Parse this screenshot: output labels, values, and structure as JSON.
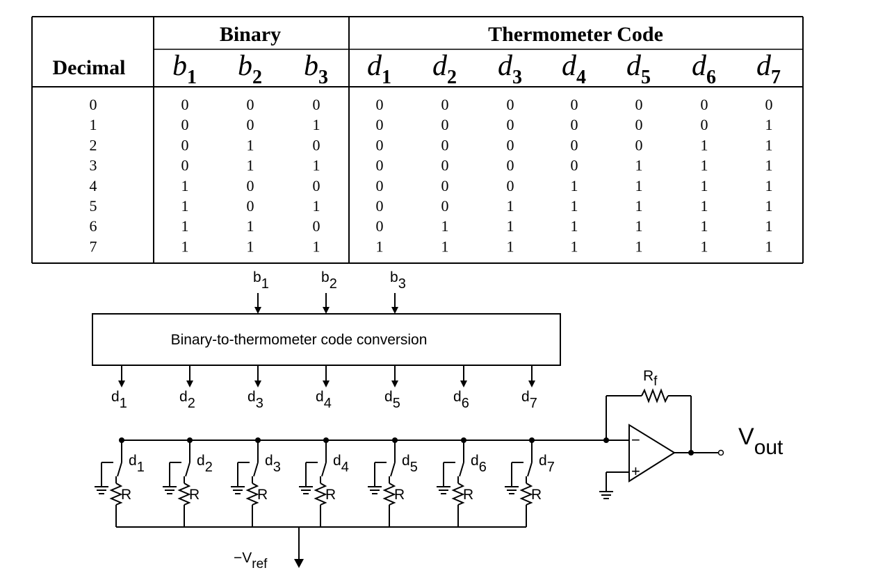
{
  "table": {
    "headers": {
      "decimal": "Decimal",
      "binary": "Binary",
      "thermometer": "Thermometer Code"
    },
    "binary_columns": [
      {
        "letter": "b",
        "sub": "1"
      },
      {
        "letter": "b",
        "sub": "2"
      },
      {
        "letter": "b",
        "sub": "3"
      }
    ],
    "thermo_columns": [
      {
        "letter": "d",
        "sub": "1"
      },
      {
        "letter": "d",
        "sub": "2"
      },
      {
        "letter": "d",
        "sub": "3"
      },
      {
        "letter": "d",
        "sub": "4"
      },
      {
        "letter": "d",
        "sub": "5"
      },
      {
        "letter": "d",
        "sub": "6"
      },
      {
        "letter": "d",
        "sub": "7"
      }
    ],
    "rows": [
      {
        "decimal": "0",
        "binary": [
          "0",
          "0",
          "0"
        ],
        "thermo": [
          "0",
          "0",
          "0",
          "0",
          "0",
          "0",
          "0"
        ]
      },
      {
        "decimal": "1",
        "binary": [
          "0",
          "0",
          "1"
        ],
        "thermo": [
          "0",
          "0",
          "0",
          "0",
          "0",
          "0",
          "1"
        ]
      },
      {
        "decimal": "2",
        "binary": [
          "0",
          "1",
          "0"
        ],
        "thermo": [
          "0",
          "0",
          "0",
          "0",
          "0",
          "1",
          "1"
        ]
      },
      {
        "decimal": "3",
        "binary": [
          "0",
          "1",
          "1"
        ],
        "thermo": [
          "0",
          "0",
          "0",
          "0",
          "1",
          "1",
          "1"
        ]
      },
      {
        "decimal": "4",
        "binary": [
          "1",
          "0",
          "0"
        ],
        "thermo": [
          "0",
          "0",
          "0",
          "1",
          "1",
          "1",
          "1"
        ]
      },
      {
        "decimal": "5",
        "binary": [
          "1",
          "0",
          "1"
        ],
        "thermo": [
          "0",
          "0",
          "1",
          "1",
          "1",
          "1",
          "1"
        ]
      },
      {
        "decimal": "6",
        "binary": [
          "1",
          "1",
          "0"
        ],
        "thermo": [
          "0",
          "1",
          "1",
          "1",
          "1",
          "1",
          "1"
        ]
      },
      {
        "decimal": "7",
        "binary": [
          "1",
          "1",
          "1"
        ],
        "thermo": [
          "1",
          "1",
          "1",
          "1",
          "1",
          "1",
          "1"
        ]
      }
    ]
  },
  "circuit": {
    "converter_label": "Binary-to-thermometer code conversion",
    "inputs": [
      {
        "letter": "b",
        "sub": "1"
      },
      {
        "letter": "b",
        "sub": "2"
      },
      {
        "letter": "b",
        "sub": "3"
      }
    ],
    "outputs": [
      {
        "letter": "d",
        "sub": "1"
      },
      {
        "letter": "d",
        "sub": "2"
      },
      {
        "letter": "d",
        "sub": "3"
      },
      {
        "letter": "d",
        "sub": "4"
      },
      {
        "letter": "d",
        "sub": "5"
      },
      {
        "letter": "d",
        "sub": "6"
      },
      {
        "letter": "d",
        "sub": "7"
      }
    ],
    "resistor_label": "R",
    "feedback_resistor": {
      "letter": "R",
      "sub": "f"
    },
    "opamp_minus": "−",
    "opamp_plus": "+",
    "vout": {
      "letter": "V",
      "sub": "out"
    },
    "vref": {
      "prefix": "−V",
      "sub": "ref"
    }
  }
}
